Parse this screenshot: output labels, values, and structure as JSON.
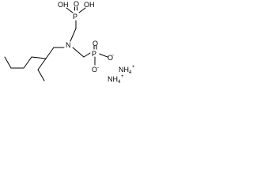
{
  "structure": {
    "atoms": {
      "phosphorus_top": "P",
      "oh_left": "OH",
      "oh_right": "OH",
      "o_top_double": "O",
      "nitrogen": "N",
      "phosphorus_right": "P",
      "o_double_right": "O",
      "o_minus_right": "O",
      "o_minus_bottom": "O",
      "nh4_upper": "NH",
      "nh4_upper_sub": "4",
      "nh4_upper_charge": "+",
      "nh4_lower": "NH",
      "nh4_lower_sub": "4",
      "nh4_lower_charge": "+",
      "charge_minus_right": "-",
      "charge_minus_bottom": "-"
    }
  }
}
